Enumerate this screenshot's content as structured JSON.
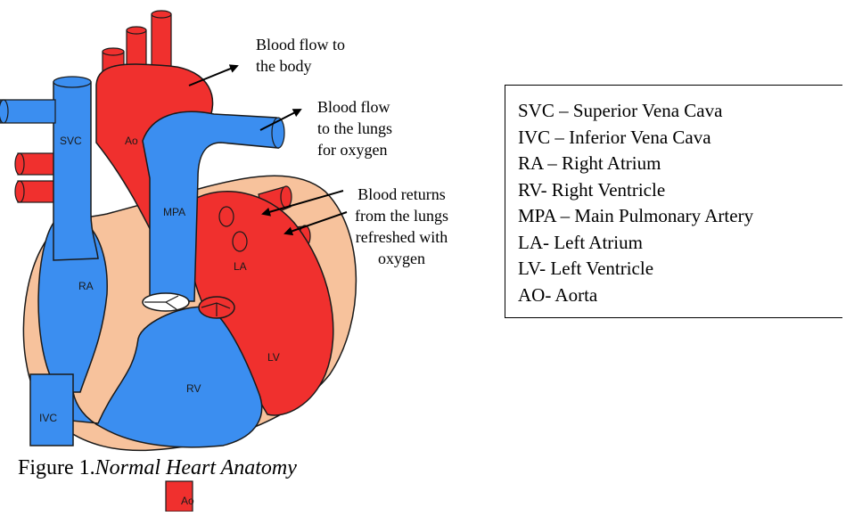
{
  "heart_labels": {
    "svc": "SVC",
    "ao": "Ao",
    "mpa": "MPA",
    "la": "LA",
    "ra": "RA",
    "lv": "LV",
    "rv": "RV",
    "ivc": "IVC",
    "ao_bottom": "Ao"
  },
  "annotations": {
    "body_flow": [
      "Blood flow to",
      "the body"
    ],
    "lung_flow": [
      "Blood flow",
      "to the lungs",
      "for oxygen"
    ],
    "returns": [
      "Blood returns",
      "from the lungs",
      "refreshed with",
      "oxygen"
    ]
  },
  "legend": [
    "SVC – Superior Vena Cava",
    "IVC – Inferior Vena Cava",
    "RA – Right Atrium",
    "RV- Right Ventricle",
    "MPA – Main Pulmonary Artery",
    "LA- Left Atrium",
    "LV- Left Ventricle",
    "AO- Aorta"
  ],
  "caption": {
    "prefix": "Figure 1.",
    "title": "Normal Heart Anatomy"
  },
  "colors": {
    "red": "#f0302e",
    "blue": "#3b8ef0",
    "peach": "#f7c29c",
    "outline": "#1a1a1a"
  }
}
